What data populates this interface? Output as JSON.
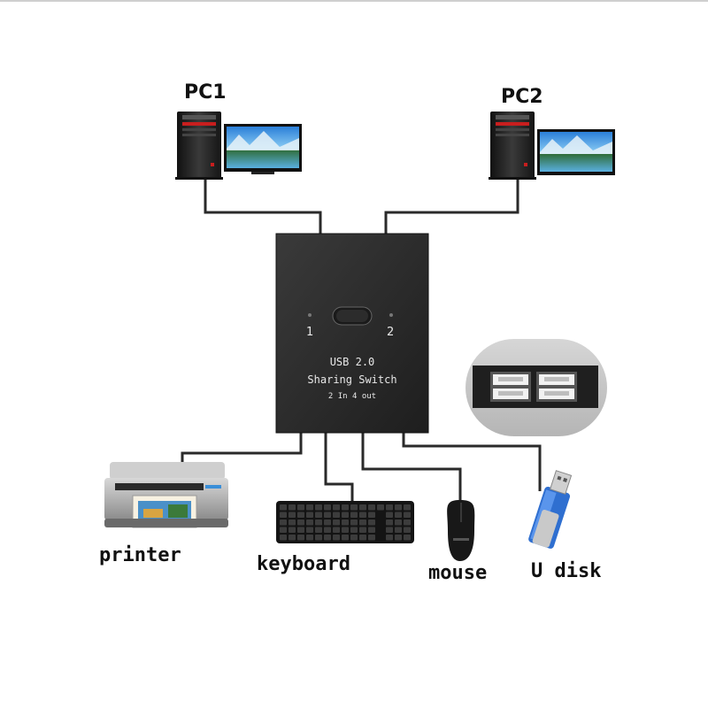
{
  "labels": {
    "pc1": "PC1",
    "pc2": "PC2",
    "printer": "printer",
    "keyboard": "keyboard",
    "mouse": "mouse",
    "udisk": "U disk"
  },
  "switch": {
    "port_1": "1",
    "port_2": "2",
    "line1": "USB 2.0",
    "line2": "Sharing Switch",
    "line3": "2 In 4 out"
  },
  "colors": {
    "cable": "#2a2a2a",
    "switch_body": "#2b2b2b",
    "switch_text": "#e8e8e8",
    "udisk_blue": "#2f6fd0",
    "screen_sky": "#4fa6e8",
    "inset_bg": "#c9c9c9"
  },
  "icons": [
    "pc-tower-icon",
    "monitor-icon",
    "printer-icon",
    "keyboard-icon",
    "mouse-icon",
    "usb-drive-icon",
    "usb-ports-icon"
  ]
}
